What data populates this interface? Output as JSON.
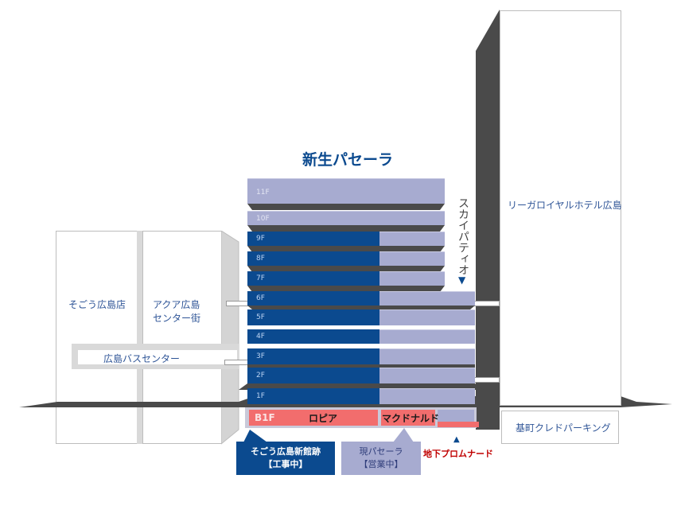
{
  "title": "新生パセーラ",
  "colors": {
    "new_building": "#0b4a8f",
    "current_building": "#a7abd0",
    "basement": "#f26d6d",
    "label_text": "#2f5597",
    "slab": "#4a4a4a",
    "promenade_text": "#c00000"
  },
  "buildings": {
    "sogo": "そごう広島店",
    "aqua": "アクア広島\nセンター街",
    "aqua_line1": "アクア広島",
    "aqua_line2": "センター街",
    "bus_center": "広島バスセンター",
    "rihga": "リーガロイヤルホテル広島",
    "credo_parking": "基町クレドパーキング",
    "sky_patio": "スカイパティオ"
  },
  "floors": [
    {
      "label": "11F",
      "type": "current_only"
    },
    {
      "label": "10F",
      "type": "current_only"
    },
    {
      "label": "9F",
      "type": "split"
    },
    {
      "label": "8F",
      "type": "split"
    },
    {
      "label": "7F",
      "type": "split"
    },
    {
      "label": "6F",
      "type": "split"
    },
    {
      "label": "5F",
      "type": "split"
    },
    {
      "label": "4F",
      "type": "split"
    },
    {
      "label": "3F",
      "type": "split"
    },
    {
      "label": "2F",
      "type": "split"
    },
    {
      "label": "1F",
      "type": "split"
    }
  ],
  "basement": {
    "label": "B1F",
    "tenant_left": "ロピア",
    "tenant_right": "マクドナルド"
  },
  "callouts": {
    "sogo_new": {
      "line1": "そごう広島新館跡",
      "line2": "【工事中】"
    },
    "current_pasela": {
      "line1": "現パセーラ",
      "line2": "【営業中】"
    },
    "promenade": "地下プロムナード",
    "promenade_arrow": "▲",
    "sky_patio_arrow": "▼"
  }
}
